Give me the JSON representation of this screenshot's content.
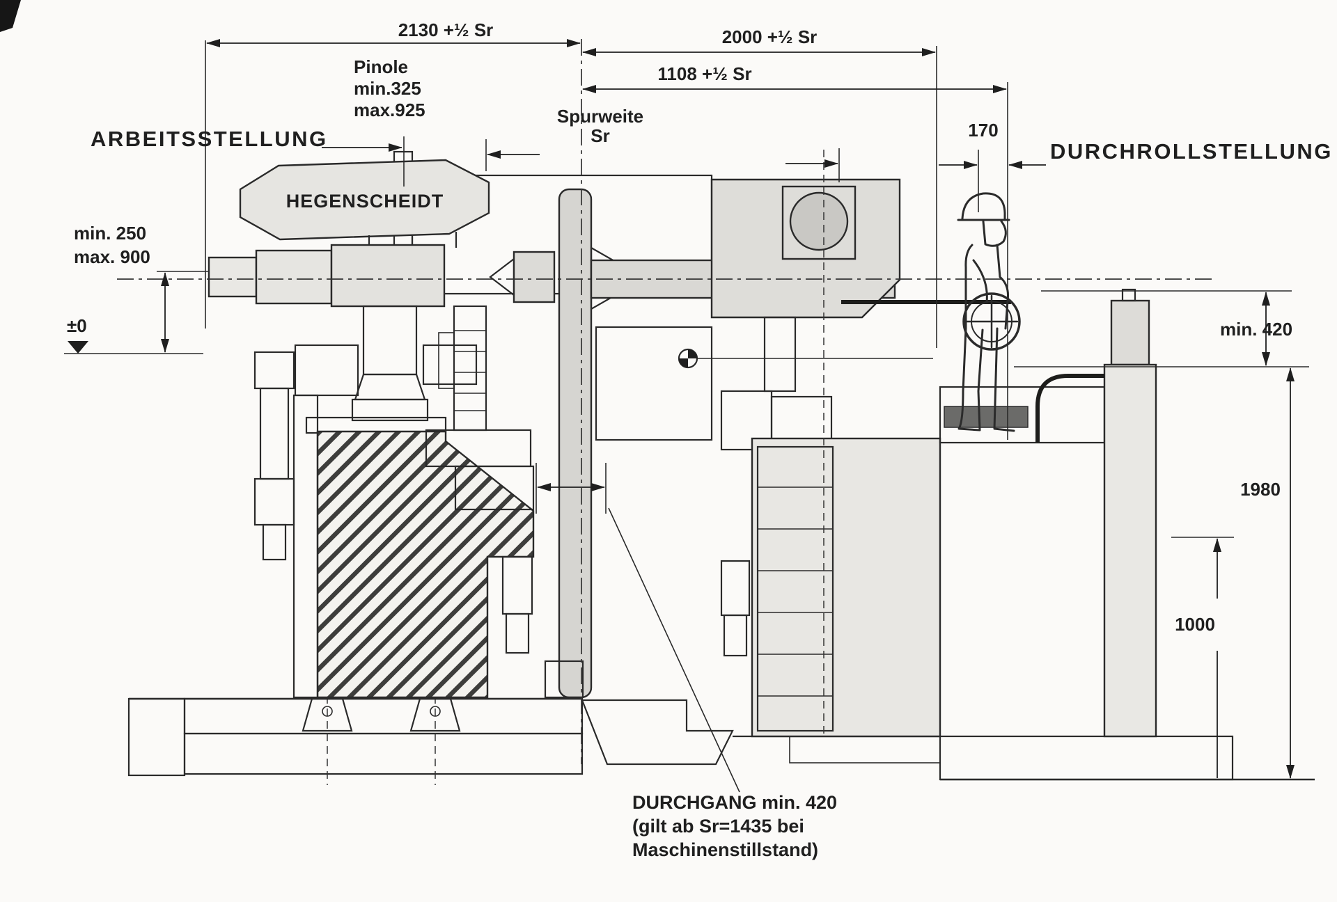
{
  "drawing": {
    "brand_badge": "HEGENSCHEIDT",
    "left_heading": "ARBEITSSTELLUNG",
    "right_heading": "DURCHROLLSTELLUNG"
  },
  "dimensions": {
    "span_left": "2130 +½ Sr",
    "span_right": "2000 +½ Sr",
    "span_inner_right": "1108 +½ Sr",
    "offset_170": "170",
    "height_1980": "1980",
    "height_1000": "1000",
    "clearance_right": "min. 420",
    "spindle_min": "min. 250",
    "spindle_max": "max. 900",
    "datum_zero": "±0",
    "pinole_label": "Pinole",
    "pinole_min": "min.325",
    "pinole_max": "max.925",
    "gauge_line1": "Spurweite",
    "gauge_line2": "Sr"
  },
  "notes": {
    "durchgang_line1": "DURCHGANG min. 420",
    "durchgang_line2": "(gilt ab Sr=1435 bei",
    "durchgang_line3": "Maschinenstillstand)"
  },
  "colors": {
    "paper": "#fbfaf8",
    "ink": "#1f1f1f",
    "machine_fill": "#e6e5e1",
    "dark_part": "#3f3f3e"
  }
}
